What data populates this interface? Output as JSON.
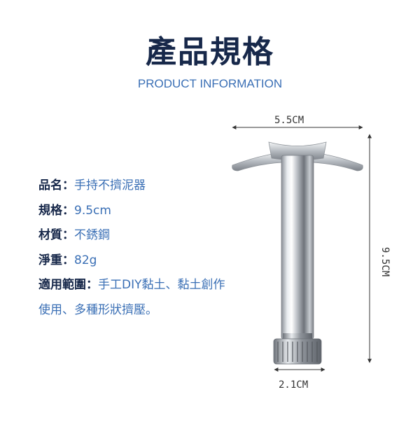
{
  "header": {
    "title": "產品規格",
    "subtitle": "PRODUCT INFORMATION"
  },
  "specs": [
    {
      "key": "品名：",
      "value": "手持不擠泥器"
    },
    {
      "key": "規格：",
      "value": "9.5cm"
    },
    {
      "key": "材質：",
      "value": "不銹鋼"
    },
    {
      "key": "淨重：",
      "value": "82g"
    },
    {
      "key": "適用範圍：",
      "value": "手工DIY黏土、黏土創作"
    },
    {
      "key": "",
      "value": "使用、多種形狀擠壓。"
    }
  ],
  "dimensions": {
    "width_label": "5.5CM",
    "height_label": "9.5CM",
    "base_label": "2.1CM"
  },
  "colors": {
    "title": "#17284a",
    "accent": "#3a6fb5"
  }
}
